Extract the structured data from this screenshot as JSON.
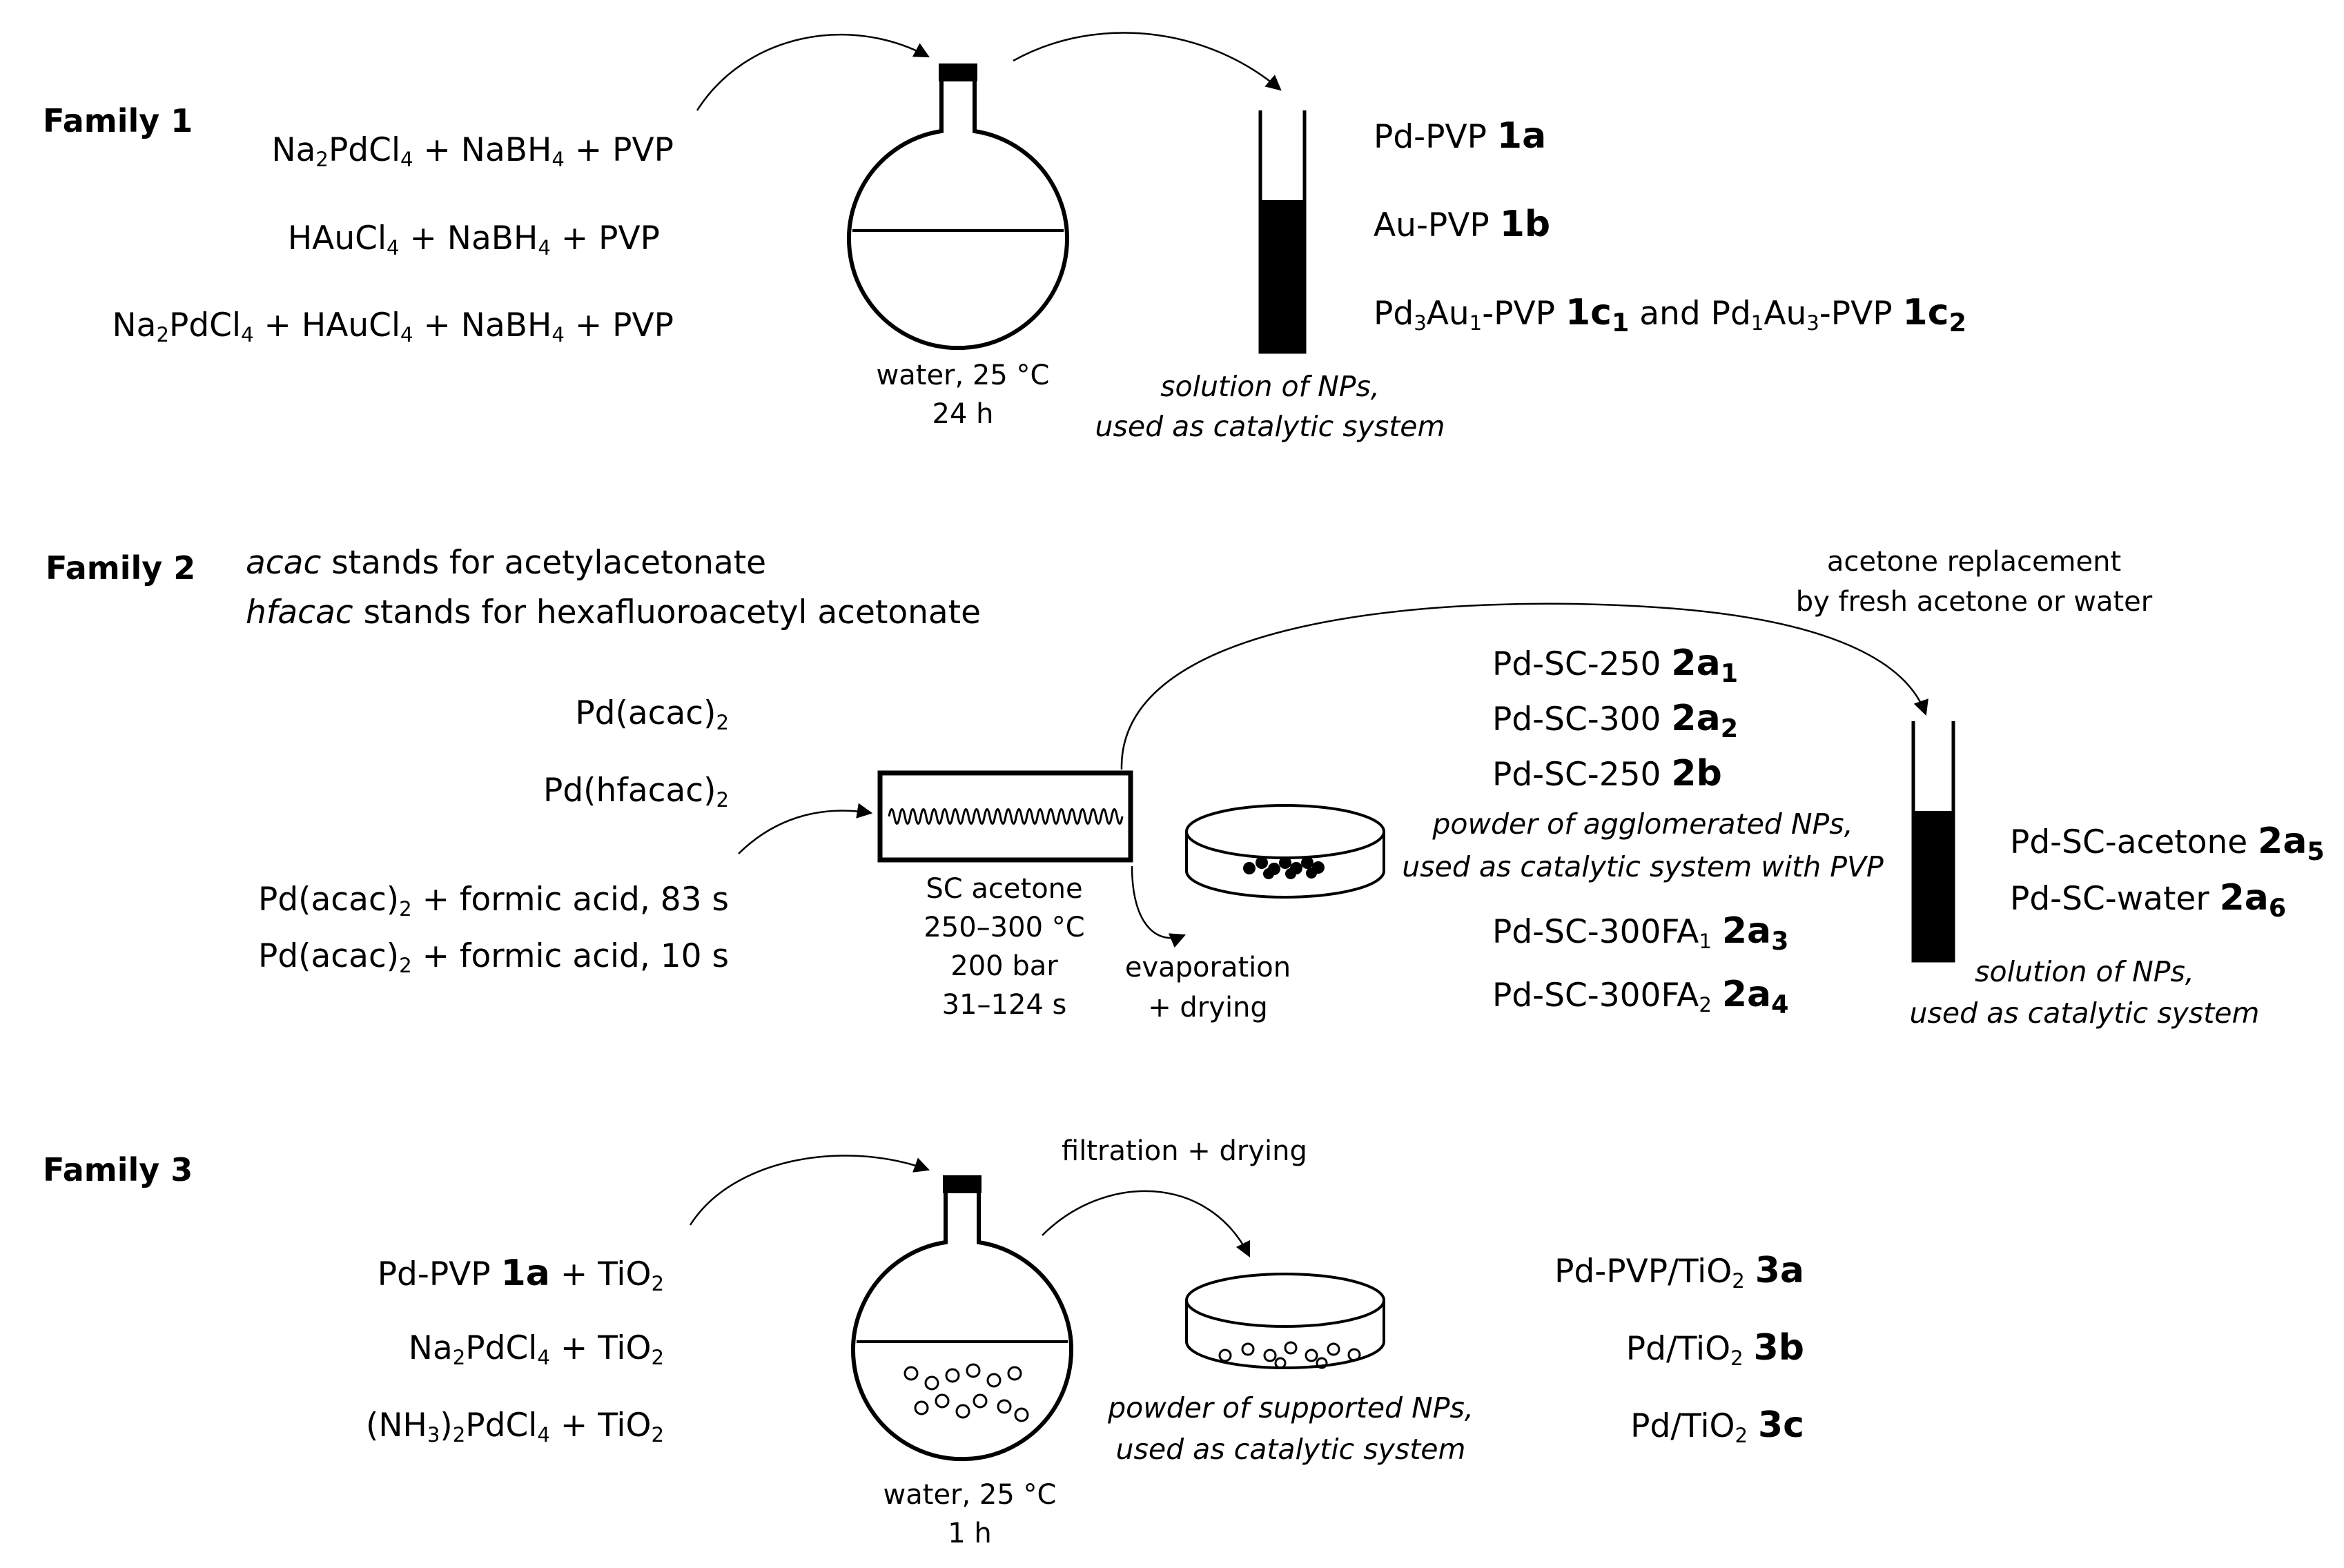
{
  "family1": {
    "label": "Family 1",
    "reactants": [
      {
        "parts": [
          [
            "Na"
          ],
          [
            "2",
            "sub"
          ],
          [
            "PdCl"
          ],
          [
            "4",
            "sub"
          ],
          [
            " + NaBH"
          ],
          [
            "4",
            "sub"
          ],
          [
            " + PVP"
          ]
        ]
      },
      {
        "parts": [
          [
            "HAuCl"
          ],
          [
            "4",
            "sub"
          ],
          [
            " + NaBH"
          ],
          [
            "4",
            "sub"
          ],
          [
            " + PVP"
          ]
        ]
      },
      {
        "parts": [
          [
            "Na"
          ],
          [
            "2",
            "sub"
          ],
          [
            "PdCl"
          ],
          [
            "4",
            "sub"
          ],
          [
            " + HAuCl"
          ],
          [
            "4",
            "sub"
          ],
          [
            " + NaBH"
          ],
          [
            "4",
            "sub"
          ],
          [
            " + PVP"
          ]
        ]
      }
    ],
    "conditions": [
      "water, 25 °C",
      "24 h"
    ],
    "caption": [
      "solution of NPs,",
      "used as catalytic system"
    ],
    "products": [
      {
        "parts": [
          [
            "Pd-PVP "
          ],
          [
            "1a",
            "b"
          ]
        ]
      },
      {
        "parts": [
          [
            "Au-PVP "
          ],
          [
            "1b",
            "b"
          ]
        ]
      },
      {
        "parts": [
          [
            "Pd"
          ],
          [
            "3",
            "sub"
          ],
          [
            "Au"
          ],
          [
            "1",
            "sub"
          ],
          [
            "-PVP "
          ],
          [
            "1c",
            "b"
          ],
          [
            "1",
            "bsub"
          ],
          [
            " and Pd"
          ],
          [
            "1",
            "sub"
          ],
          [
            "Au"
          ],
          [
            "3",
            "sub"
          ],
          [
            "-PVP "
          ],
          [
            "1c",
            "b"
          ],
          [
            "2",
            "bsub"
          ]
        ]
      }
    ]
  },
  "family2": {
    "label": "Family 2",
    "notes": [
      {
        "parts": [
          [
            "acac",
            "i"
          ],
          [
            " stands for acetylacetonate"
          ]
        ]
      },
      {
        "parts": [
          [
            "hfacac",
            "i"
          ],
          [
            " stands for hexafluoroacetyl acetonate"
          ]
        ]
      }
    ],
    "reactants": [
      {
        "parts": [
          [
            "Pd(acac)"
          ],
          [
            "2",
            "sub"
          ]
        ]
      },
      {
        "parts": [
          [
            "Pd(hfacac)"
          ],
          [
            "2",
            "sub"
          ]
        ]
      },
      {
        "parts": [
          [
            "Pd(acac)"
          ],
          [
            "2",
            "sub"
          ],
          [
            " + formic acid, 83 s"
          ]
        ]
      },
      {
        "parts": [
          [
            "Pd(acac)"
          ],
          [
            "2",
            "sub"
          ],
          [
            " + formic acid, 10 s"
          ]
        ]
      }
    ],
    "conditions": [
      "SC acetone",
      "250–300 °C",
      "200 bar",
      "31–124 s"
    ],
    "evaporation": [
      "evaporation",
      "+ drying"
    ],
    "replacement": [
      "acetone replacement",
      "by fresh acetone or water"
    ],
    "powder_products": [
      {
        "parts": [
          [
            "Pd-SC-250 "
          ],
          [
            "2a",
            "b"
          ],
          [
            "1",
            "bsub"
          ]
        ]
      },
      {
        "parts": [
          [
            "Pd-SC-300 "
          ],
          [
            "2a",
            "b"
          ],
          [
            "2",
            "bsub"
          ]
        ]
      },
      {
        "parts": [
          [
            "Pd-SC-250 "
          ],
          [
            "2b",
            "b"
          ]
        ]
      }
    ],
    "powder_caption": [
      "powder of agglomerated NPs,",
      "used as catalytic system with PVP"
    ],
    "fa_products": [
      {
        "parts": [
          [
            "Pd-SC-300FA"
          ],
          [
            "1",
            "sub"
          ],
          [
            " "
          ],
          [
            "2a",
            "b"
          ],
          [
            "3",
            "bsub"
          ]
        ]
      },
      {
        "parts": [
          [
            "Pd-SC-300FA"
          ],
          [
            "2",
            "sub"
          ],
          [
            " "
          ],
          [
            "2a",
            "b"
          ],
          [
            "4",
            "bsub"
          ]
        ]
      }
    ],
    "solution_products": [
      {
        "parts": [
          [
            "Pd-SC-acetone "
          ],
          [
            "2a",
            "b"
          ],
          [
            "5",
            "bsub"
          ]
        ]
      },
      {
        "parts": [
          [
            "Pd-SC-water "
          ],
          [
            "2a",
            "b"
          ],
          [
            "6",
            "bsub"
          ]
        ]
      }
    ],
    "solution_caption": [
      "solution of NPs,",
      "used as catalytic system"
    ]
  },
  "family3": {
    "label": "Family 3",
    "reactants": [
      {
        "parts": [
          [
            "Pd-PVP "
          ],
          [
            "1a",
            "b"
          ],
          [
            " + TiO"
          ],
          [
            "2",
            "sub"
          ]
        ]
      },
      {
        "parts": [
          [
            "Na"
          ],
          [
            "2",
            "sub"
          ],
          [
            "PdCl"
          ],
          [
            "4",
            "sub"
          ],
          [
            " + TiO"
          ],
          [
            "2",
            "sub"
          ]
        ]
      },
      {
        "parts": [
          [
            "(NH"
          ],
          [
            "3",
            "sub"
          ],
          [
            ")"
          ],
          [
            "2",
            "sub"
          ],
          [
            "PdCl"
          ],
          [
            "4",
            "sub"
          ],
          [
            " + TiO"
          ],
          [
            "2",
            "sub"
          ]
        ]
      }
    ],
    "filtration": "filtration + drying",
    "conditions": [
      "water, 25 °C",
      "1 h"
    ],
    "caption": [
      "powder of supported NPs,",
      "used as catalytic system"
    ],
    "products": [
      {
        "parts": [
          [
            "Pd-PVP/TiO"
          ],
          [
            "2",
            "sub"
          ],
          [
            " "
          ],
          [
            "3a",
            "b"
          ]
        ]
      },
      {
        "parts": [
          [
            "Pd/TiO"
          ],
          [
            "2",
            "sub"
          ],
          [
            " "
          ],
          [
            "3b",
            "b"
          ]
        ]
      },
      {
        "parts": [
          [
            "Pd/TiO"
          ],
          [
            "2",
            "sub"
          ],
          [
            " "
          ],
          [
            "3c",
            "b"
          ]
        ]
      }
    ]
  }
}
